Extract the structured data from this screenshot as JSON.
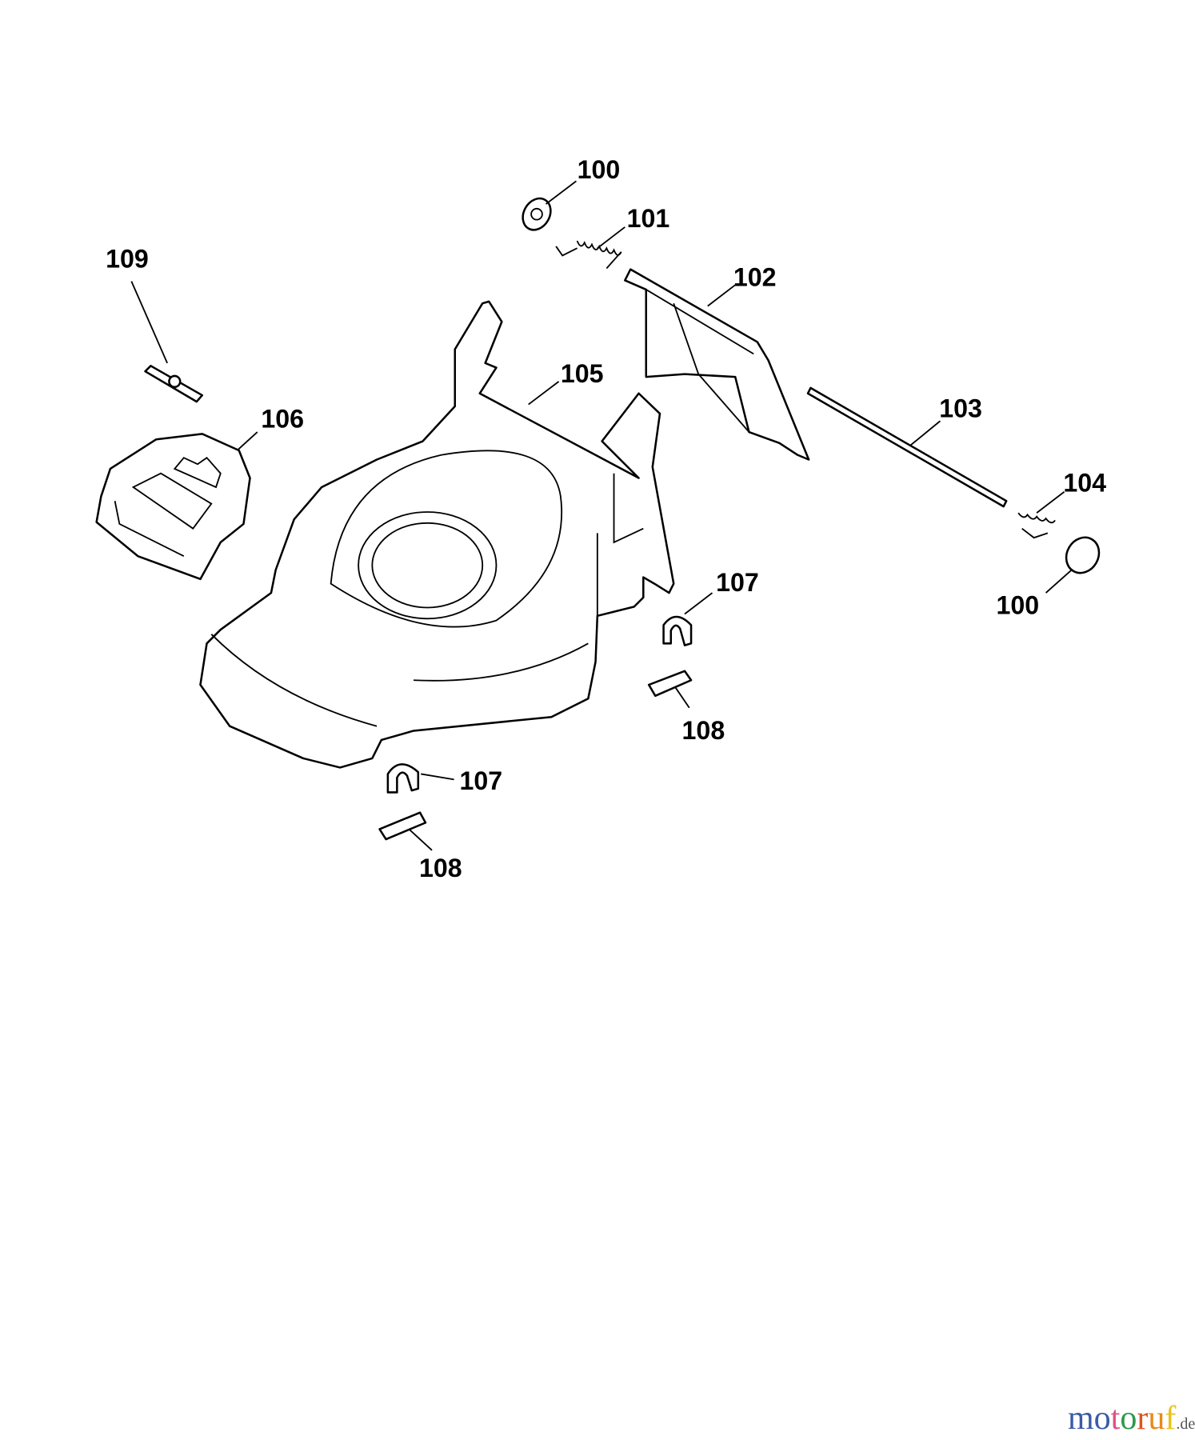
{
  "diagram": {
    "labels": {
      "p100a": "100",
      "p101": "101",
      "p102": "102",
      "p103": "103",
      "p104": "104",
      "p100b": "100",
      "p105": "105",
      "p106": "106",
      "p107a": "107",
      "p108a": "108",
      "p107b": "107",
      "p108b": "108",
      "p109": "109"
    }
  },
  "watermark": {
    "letters": [
      "m",
      "o",
      "t",
      "o",
      "r",
      "u",
      "f"
    ],
    "colors": [
      "#3b5aa8",
      "#3b5aa8",
      "#e0508a",
      "#2a9a4a",
      "#e0541e",
      "#e88a1a",
      "#e8c21a"
    ],
    "suffix": ".de"
  }
}
